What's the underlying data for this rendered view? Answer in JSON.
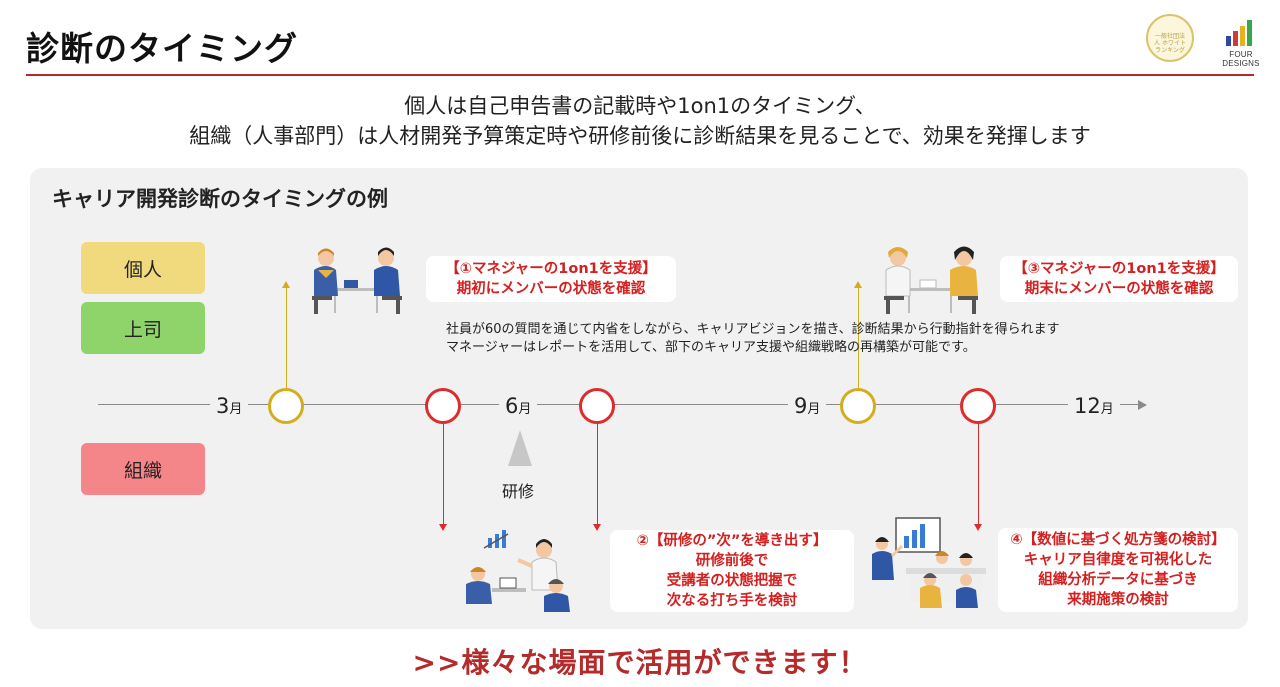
{
  "header": {
    "title": "診断のタイミング",
    "brand_name": "FOUR DESIGNS",
    "seal_text": "一般社団法人 ホワイト ランキング"
  },
  "lead": {
    "line1": "個人は自己申告書の記載時や1on1のタイミング、",
    "line2": "組織（人事部門）は人材開発予算策定時や研修前後に診断結果を見ることで、効果を発揮します"
  },
  "panel": {
    "title": "キャリア開発診断のタイミングの例",
    "roles": {
      "individual": "個人",
      "manager": "上司",
      "organization": "組織"
    },
    "months": [
      {
        "num": "3",
        "unit": "月"
      },
      {
        "num": "6",
        "unit": "月"
      },
      {
        "num": "9",
        "unit": "月"
      },
      {
        "num": "12",
        "unit": "月"
      }
    ],
    "callouts": {
      "c1": {
        "line1": "【①マネジャーの1on1を支援】",
        "line2": "期初にメンバーの状態を確認"
      },
      "c3": {
        "line1": "【③マネジャーの1on1を支援】",
        "line2": "期末にメンバーの状態を確認"
      },
      "c2": {
        "line1": "②【研修の”次”を導き出す】",
        "line2": "研修前後で",
        "line3": "受講者の状態把握で",
        "line4": "次なる打ち手を検討"
      },
      "c4": {
        "line1": "④【数値に基づく処方箋の検討】",
        "line2": "キャリア自律度を可視化した",
        "line3": "組織分析データに基づき",
        "line4": "来期施策の検討"
      }
    },
    "description": {
      "line1": "社員が60の質問を通じて内省をしながら、キャリアビジョンを描き、診断結果から行動指針を得られます",
      "line2": "マネージャーはレポートを活用して、部下のキャリア支援や組織戦略の再構築が可能です。"
    },
    "training_label": "研修"
  },
  "footer": {
    "text": ">>様々な場面で活用ができます！"
  },
  "colors": {
    "accent_red": "#b52a2a",
    "callout_red": "#d42020",
    "node_gold": "#d4ad1f",
    "node_red": "#dd2c2c",
    "role_individual": "#f1da7e",
    "role_manager": "#8fd36b",
    "role_organization": "#f4868a",
    "panel_bg": "#f1f1f1"
  }
}
